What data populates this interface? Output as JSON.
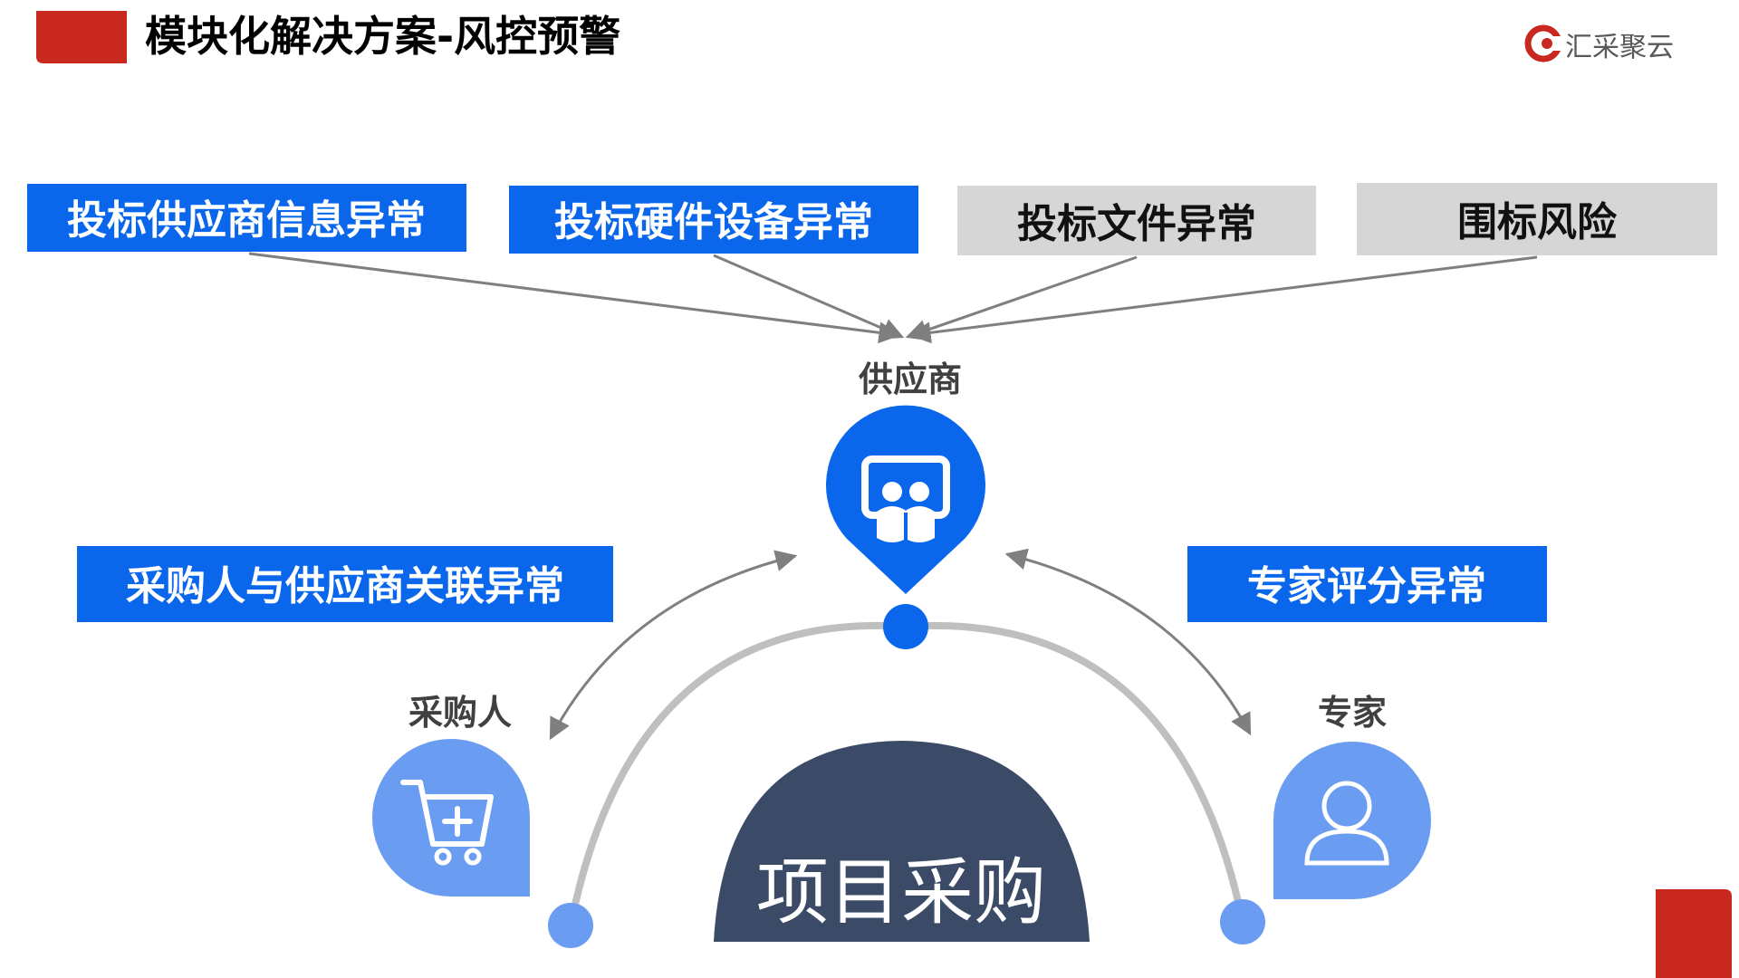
{
  "header": {
    "title": "模块化解决方案-风控预警",
    "brand_text": "汇采聚云"
  },
  "top_boxes": [
    {
      "label": "投标供应商信息异常"
    },
    {
      "label": "投标硬件设备异常"
    },
    {
      "label": "投标文件异常"
    },
    {
      "label": "围标风险"
    }
  ],
  "side_boxes": {
    "left": "采购人与供应商关联异常",
    "right": "专家评分异常"
  },
  "nodes": {
    "supplier": "供应商",
    "purchaser": "采购人",
    "expert": "专家"
  },
  "center_label": "项目采购",
  "colors": {
    "brand_red": "#C8281F",
    "blue": "#0A67EC",
    "light_blue": "#6A9CF2",
    "gray_box": "#D6D6D6",
    "navy": "#3B4A66",
    "arc_gray": "#BFBFBF",
    "arrow_gray": "#808080"
  }
}
